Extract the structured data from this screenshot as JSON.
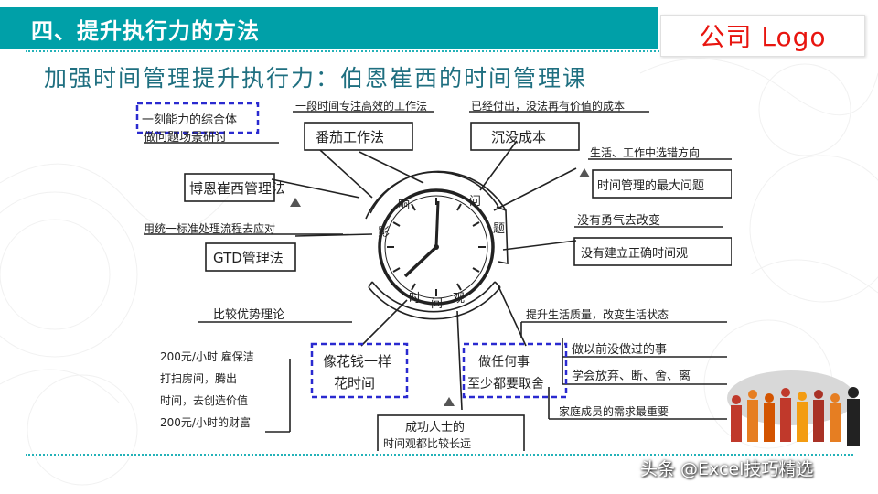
{
  "slide": {
    "title": "四、提升执行力的方法",
    "logo": "公司  Logo",
    "subtitle": "加强时间管理提升执行力：伯恩崔西的时间管理课",
    "watermark": "头条 @Excel技巧精选"
  },
  "mindmap": {
    "center_arc_top": [
      "影",
      "响",
      "问",
      "题"
    ],
    "center_arc_bottom": [
      "时",
      "间",
      "观"
    ],
    "branches": {
      "top_left_note": "一刻能力的综合体",
      "top_left_sub": "做问题场景研讨",
      "left_method_1": "博恩崔西管理法",
      "left_note_2": "用统一标准处理流程去应对",
      "left_method_2": "GTD管理法",
      "top_center_note": "一段时间专注高效的工作法",
      "top_center_method": "番茄工作法",
      "top_right_note": "已经付出，没法再有价值的成本",
      "top_right_method": "沉没成本",
      "right_note_1": "生活、工作中选错方向",
      "right_method_1": "时间管理的最大问题",
      "right_note_2": "没有勇气去改变",
      "right_method_2": "没有建立正确时间观",
      "left_bottom_note": "比较优势理论",
      "left_bottom_items": [
        "200元/小时 雇保洁",
        "打扫房间，腾出",
        "时间，去创造价值",
        "200元/小时的财富"
      ],
      "left_bottom_box": [
        "像花钱一样",
        "花时间"
      ],
      "right_bottom_note": "提升生活质量，改变生活状态",
      "right_bottom_box": [
        "做任何事",
        "至少都要取舍"
      ],
      "right_bottom_items": [
        "做以前没做过的事",
        "学会放弃、断、舍、离",
        "家庭成员的需求最重要"
      ],
      "bottom_note": [
        "成功人士的",
        "时间观都比较长远"
      ]
    }
  }
}
